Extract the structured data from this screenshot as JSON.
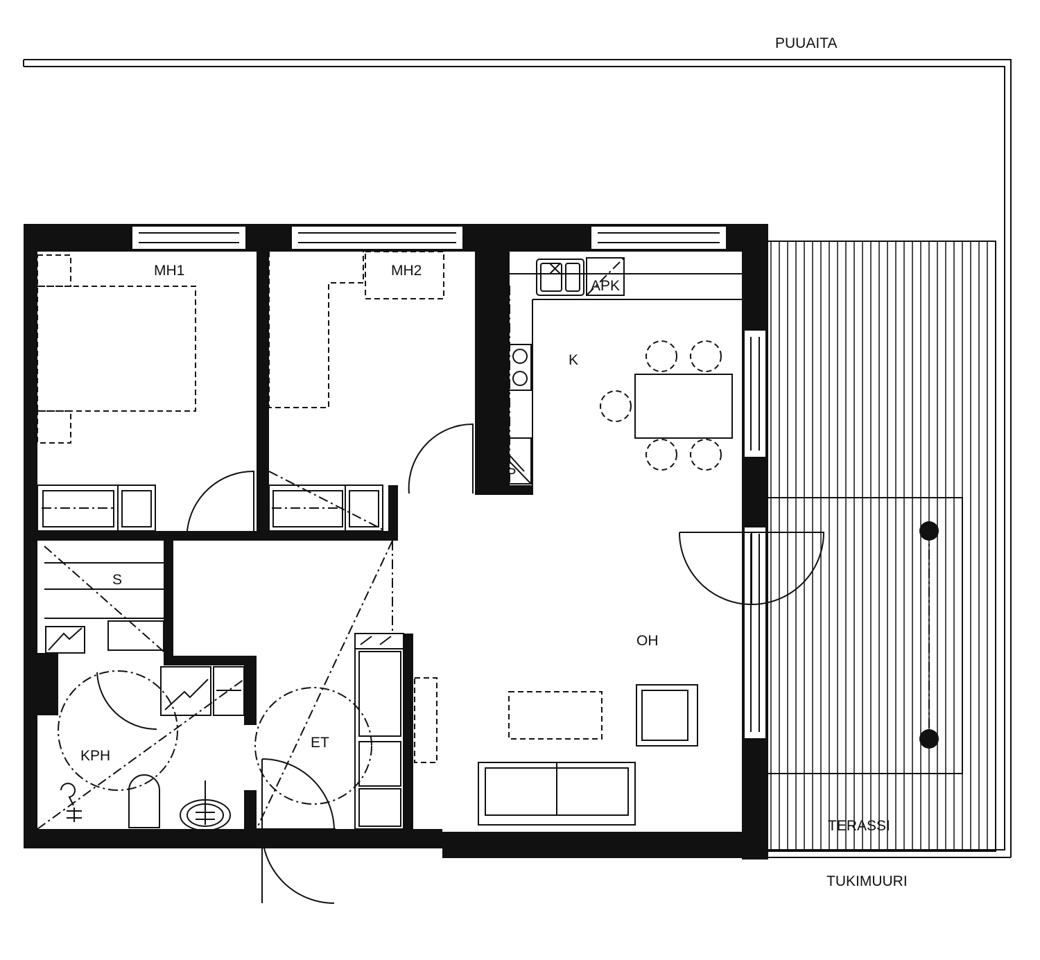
{
  "labels": {
    "fence": "PUUAITA",
    "retaining_wall": "TUKIMUURI",
    "terrace": "TERASSI",
    "bedroom1": "MH1",
    "bedroom2": "MH2",
    "kitchen": "K",
    "dishwasher": "APK",
    "freezer": "JKP",
    "storage": "S",
    "living_room": "OH",
    "entry": "ET",
    "bathroom": "KPH"
  },
  "colors": {
    "ink": "#111111",
    "paper": "#ffffff"
  }
}
